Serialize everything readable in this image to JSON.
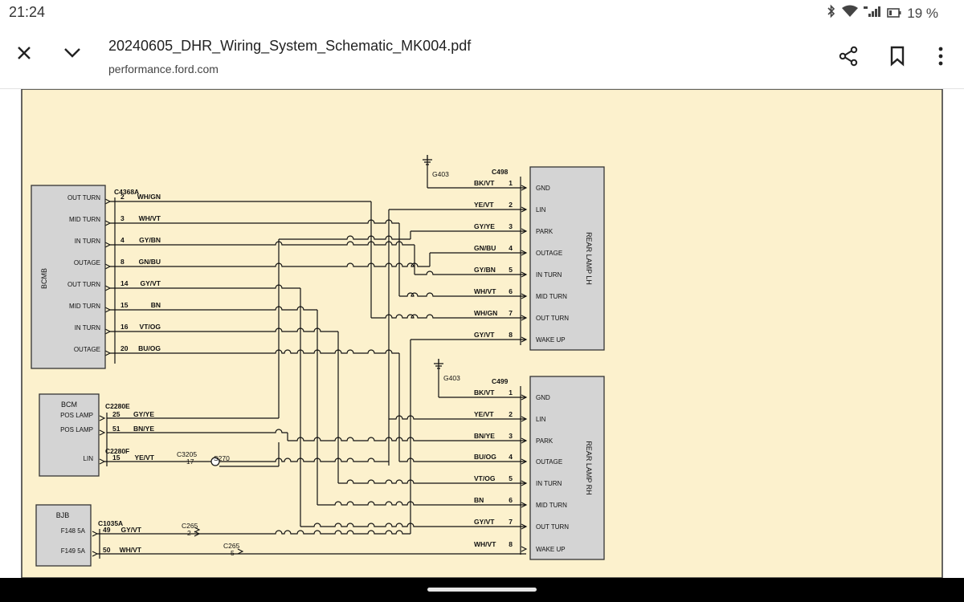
{
  "status": {
    "time": "21:24",
    "battery": "19 %"
  },
  "header": {
    "title": "20240605_DHR_Wiring_System_Schematic_MK004.pdf",
    "source": "performance.ford.com"
  },
  "schematic": {
    "bcmb": {
      "name": "BCMB",
      "connector": "C4368A",
      "pins": [
        {
          "label": "OUT TURN",
          "pin": "2",
          "wire": "WH/GN"
        },
        {
          "label": "MID TURN",
          "pin": "3",
          "wire": "WH/VT"
        },
        {
          "label": "IN TURN",
          "pin": "4",
          "wire": "GY/BN"
        },
        {
          "label": "OUTAGE",
          "pin": "8",
          "wire": "GN/BU"
        },
        {
          "label": "OUT TURN",
          "pin": "14",
          "wire": "GY/VT"
        },
        {
          "label": "MID TURN",
          "pin": "15",
          "wire": "BN"
        },
        {
          "label": "IN TURN",
          "pin": "16",
          "wire": "VT/OG"
        },
        {
          "label": "OUTAGE",
          "pin": "20",
          "wire": "BU/OG"
        }
      ]
    },
    "bcm": {
      "name": "BCM",
      "connector1": "C2280E",
      "connector2": "C2280F",
      "pins": [
        {
          "label": "POS LAMP",
          "pin": "25",
          "wire": "GY/YE"
        },
        {
          "label": "POS LAMP",
          "pin": "51",
          "wire": "BN/YE"
        },
        {
          "label": "LIN",
          "pin": "15",
          "wire": "YE/VT"
        }
      ]
    },
    "bjb": {
      "name": "BJB",
      "connector": "C1035A",
      "pins": [
        {
          "label": "F148 5A",
          "pin": "49",
          "wire": "GY/VT"
        },
        {
          "label": "F149 5A",
          "pin": "50",
          "wire": "WH/VT"
        }
      ]
    },
    "inline": {
      "c3205": "C3205",
      "c3205_pin": "17",
      "splice": "S270",
      "c265a": "C265",
      "c265a_pin": "2",
      "c265b": "C265",
      "c265b_pin": "5"
    },
    "lamp_lh": {
      "name": "REAR LAMP LH",
      "connector": "C498",
      "ground": "G403",
      "pins": [
        {
          "wire": "BK/VT",
          "pin": "1",
          "label": "GND"
        },
        {
          "wire": "YE/VT",
          "pin": "2",
          "label": "LIN"
        },
        {
          "wire": "GY/YE",
          "pin": "3",
          "label": "PARK"
        },
        {
          "wire": "GN/BU",
          "pin": "4",
          "label": "OUTAGE"
        },
        {
          "wire": "GY/BN",
          "pin": "5",
          "label": "IN TURN"
        },
        {
          "wire": "WH/VT",
          "pin": "6",
          "label": "MID TURN"
        },
        {
          "wire": "WH/GN",
          "pin": "7",
          "label": "OUT TURN"
        },
        {
          "wire": "GY/VT",
          "pin": "8",
          "label": "WAKE UP"
        }
      ]
    },
    "lamp_rh": {
      "name": "REAR LAMP RH",
      "connector": "C499",
      "ground": "G403",
      "pins": [
        {
          "wire": "BK/VT",
          "pin": "1",
          "label": "GND"
        },
        {
          "wire": "YE/VT",
          "pin": "2",
          "label": "LIN"
        },
        {
          "wire": "BN/YE",
          "pin": "3",
          "label": "PARK"
        },
        {
          "wire": "BU/OG",
          "pin": "4",
          "label": "OUTAGE"
        },
        {
          "wire": "VT/OG",
          "pin": "5",
          "label": "IN TURN"
        },
        {
          "wire": "BN",
          "pin": "6",
          "label": "MID TURN"
        },
        {
          "wire": "GY/VT",
          "pin": "7",
          "label": "OUT TURN"
        },
        {
          "wire": "WH/VT",
          "pin": "8",
          "label": "WAKE UP"
        }
      ]
    }
  },
  "colors": {
    "paper": "#fcf1cd",
    "component": "#d4d4d4",
    "ink": "#111111"
  }
}
